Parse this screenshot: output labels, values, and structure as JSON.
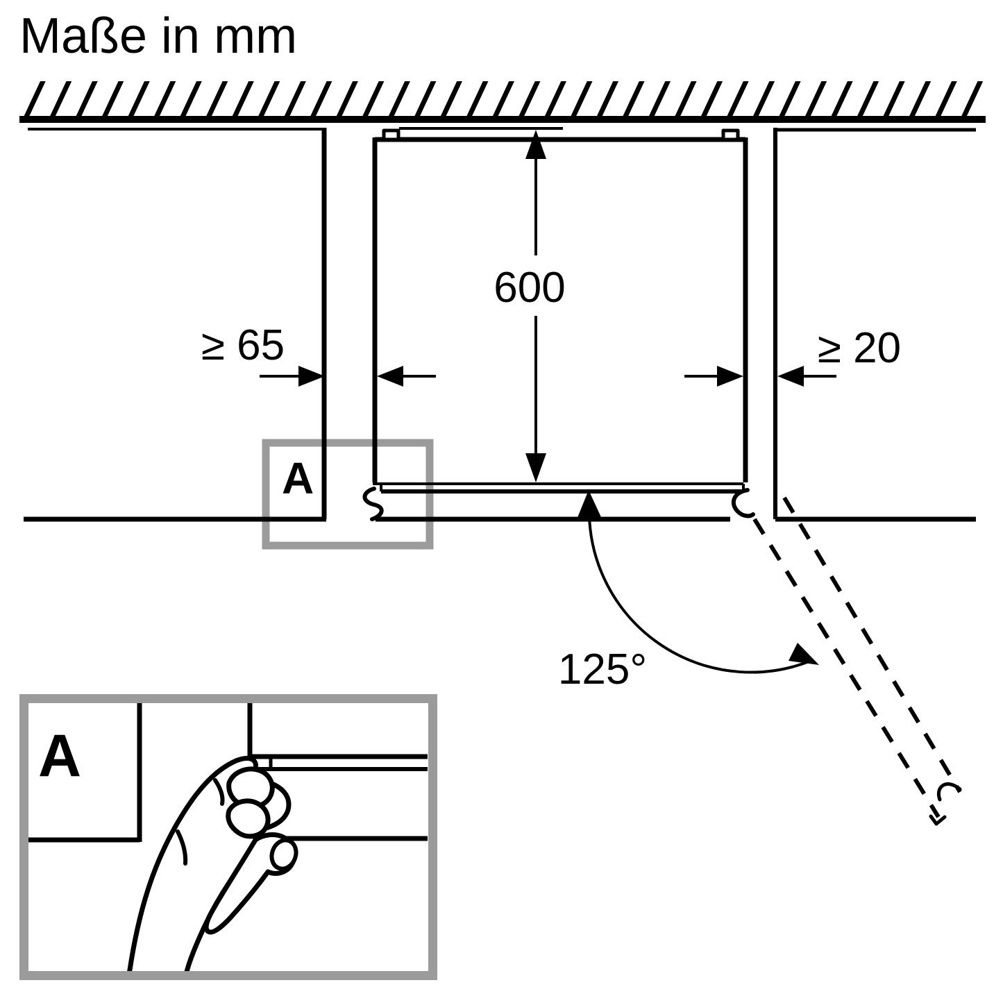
{
  "title": "Maße in mm",
  "colors": {
    "line": "#000000",
    "background": "#ffffff",
    "callout": "#9b9b9b"
  },
  "main_view": {
    "depth_mm": "600",
    "left_clearance": "≥ 65",
    "right_clearance": "≥ 20",
    "door_opening_angle": "125°",
    "detail_marker": "A"
  },
  "detail_view": {
    "marker": "A"
  }
}
